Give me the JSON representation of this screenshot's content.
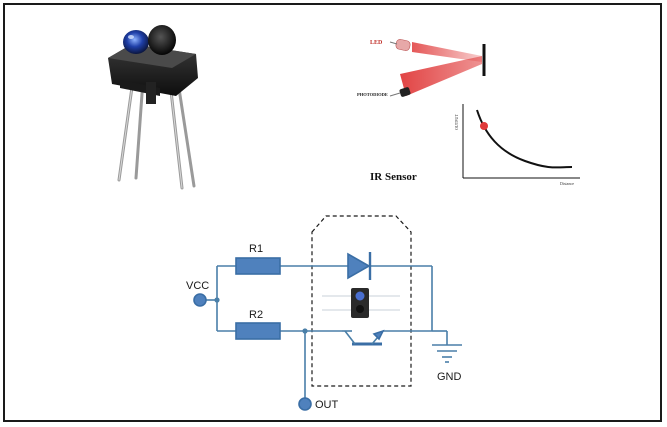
{
  "photo": {
    "label": "TCRT5000 reflective IR sensor module photo"
  },
  "ir_diagram": {
    "led_label": "LED",
    "photodiode_label": "PHOTODIODE",
    "title": "IR Sensor",
    "graph_ylabel": "OUTPUT",
    "graph_xlabel": "Distance"
  },
  "circuit": {
    "vcc_label": "VCC",
    "r1_label": "R1",
    "r2_label": "R2",
    "gnd_label": "GND",
    "out_label": "OUT"
  },
  "colors": {
    "wire": "#4a7fa8",
    "component_fill": "#4f81bd",
    "led_red": "#e03a3a",
    "dashed_box": "#1a1a1a"
  }
}
